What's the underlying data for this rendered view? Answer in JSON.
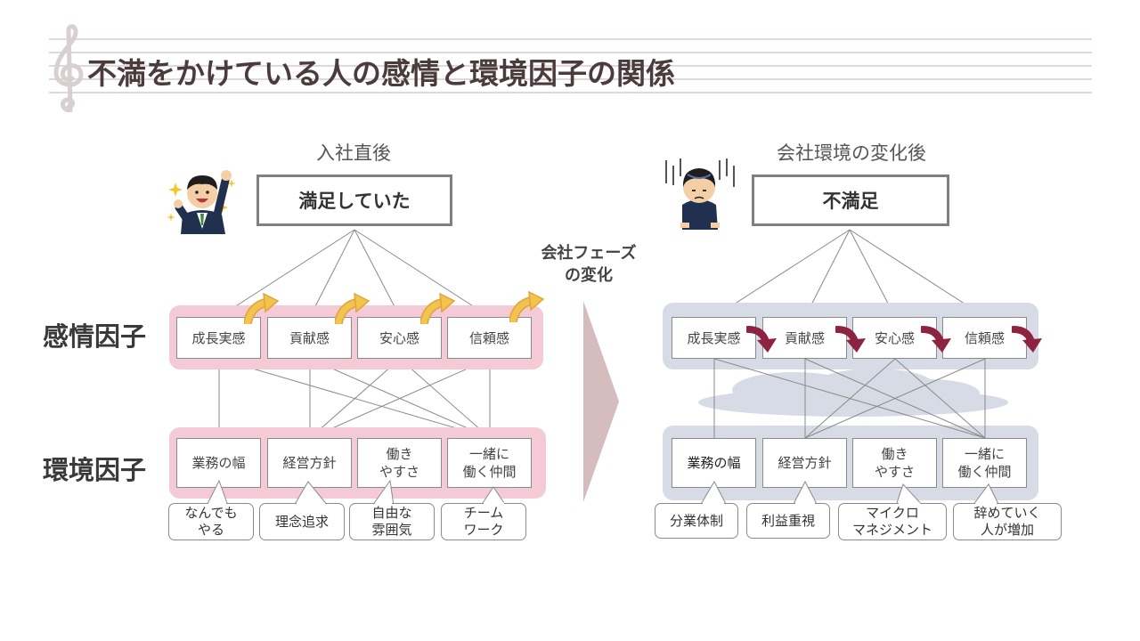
{
  "title": "不満をかけている人の感情と環境因子の関係",
  "row_labels": {
    "emotion": "感情因子",
    "environment": "環境因子"
  },
  "center_label": {
    "line1": "会社フェーズ",
    "line2": "の変化"
  },
  "before": {
    "phase": "入社直後",
    "result": "満足していた",
    "emotion_factors": [
      "成長実感",
      "貢献感",
      "安心感",
      "信頼感"
    ],
    "env_factors": [
      {
        "l1": "業務の幅",
        "l2": ""
      },
      {
        "l1": "経営方針",
        "l2": ""
      },
      {
        "l1": "働き",
        "l2": "やすさ"
      },
      {
        "l1": "一緒に",
        "l2": "働く仲間"
      }
    ],
    "bubbles": [
      {
        "l1": "なんでも",
        "l2": "やる"
      },
      {
        "l1": "理念追求",
        "l2": ""
      },
      {
        "l1": "自由な",
        "l2": "雰囲気"
      },
      {
        "l1": "チーム",
        "l2": "ワーク"
      }
    ]
  },
  "after": {
    "phase": "会社環境の変化後",
    "result": "不満足",
    "emotion_factors": [
      "成長実感",
      "貢献感",
      "安心感",
      "信頼感"
    ],
    "env_factors": [
      {
        "l1": "業務の幅",
        "l2": ""
      },
      {
        "l1": "経営方針",
        "l2": ""
      },
      {
        "l1": "働き",
        "l2": "やすさ"
      },
      {
        "l1": "一緒に",
        "l2": "働く仲間"
      }
    ],
    "bubbles": [
      {
        "l1": "分業体制",
        "l2": ""
      },
      {
        "l1": "利益重視",
        "l2": ""
      },
      {
        "l1": "マイクロ",
        "l2": "マネジメント"
      },
      {
        "l1": "辞めていく",
        "l2": "人が増加"
      }
    ]
  },
  "colors": {
    "pink_band": "#f4cad6",
    "gray_band": "#d6dbe5",
    "up_arrow": "#f2c34f",
    "down_arrow": "#8e2341",
    "chevron": "#d4bcbf"
  }
}
